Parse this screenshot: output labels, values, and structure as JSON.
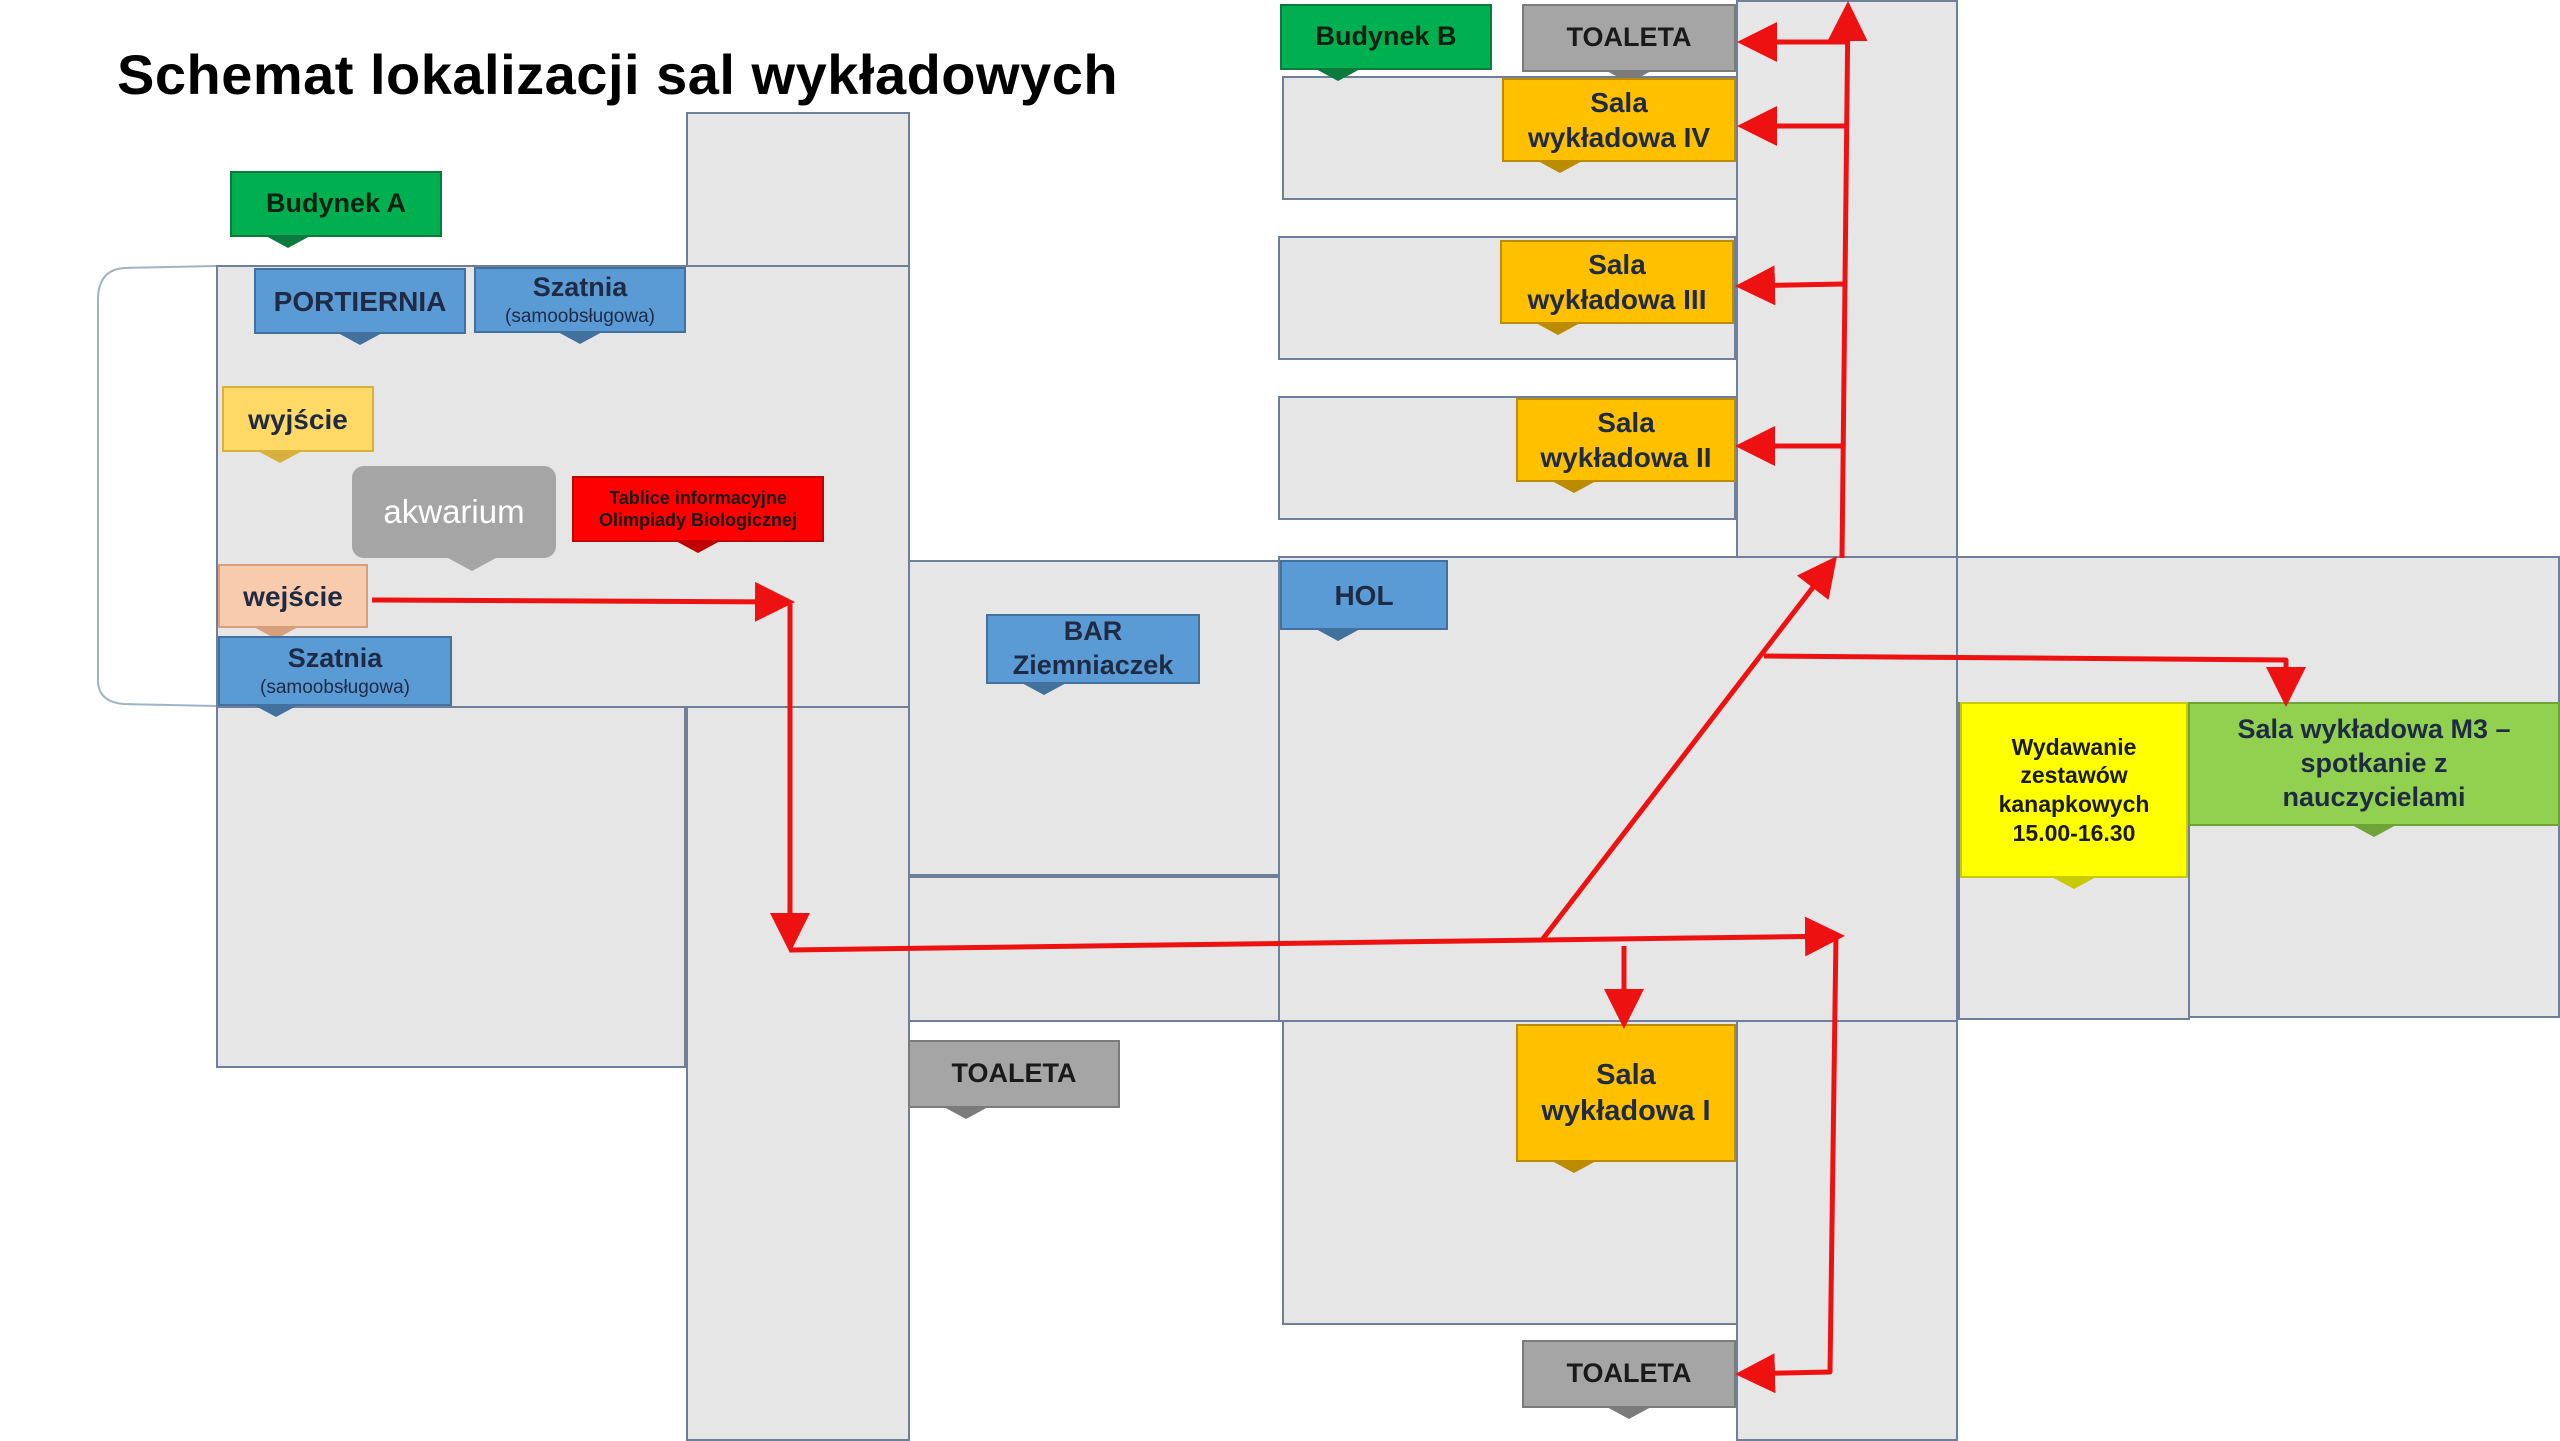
{
  "title": "Schemat lokalizacji sal wykładowych",
  "labels": {
    "budynek_a": "Budynek A",
    "budynek_b": "Budynek B",
    "portiernia": "PORTIERNIA",
    "szatnia_top": "Szatnia",
    "szatnia_top_sub": "(samoobsługowa)",
    "wyjscie": "wyjście",
    "akwarium": "akwarium",
    "tablice_line1": "Tablice informacyjne",
    "tablice_line2": "Olimpiady Biologicznej",
    "wejscie": "wejście",
    "szatnia_bottom": "Szatnia",
    "szatnia_bottom_sub": "(samoobsługowa)",
    "bar_line1": "BAR",
    "bar_line2": "Ziemniaczek",
    "hol": "HOL",
    "toaleta_top": "TOALETA",
    "toaleta_mid": "TOALETA",
    "toaleta_bottom": "TOALETA",
    "sala_iv_line1": "Sala",
    "sala_iv_line2": "wykładowa IV",
    "sala_iii_line1": "Sala",
    "sala_iii_line2": "wykładowa III",
    "sala_ii_line1": "Sala",
    "sala_ii_line2": "wykładowa II",
    "sala_i_line1": "Sala",
    "sala_i_line2": "wykładowa I",
    "wydawanie_line1": "Wydawanie",
    "wydawanie_line2": "zestawów",
    "wydawanie_line3": "kanapkowych",
    "wydawanie_line4": "15.00-16.30",
    "m3_line1": "Sala wykładowa M3 –",
    "m3_line2": "spotkanie z",
    "m3_line3": "nauczycielami"
  },
  "colors": {
    "route": "#ee1111",
    "room_fill": "#e7e6e6",
    "room_border": "#6d7f99"
  }
}
